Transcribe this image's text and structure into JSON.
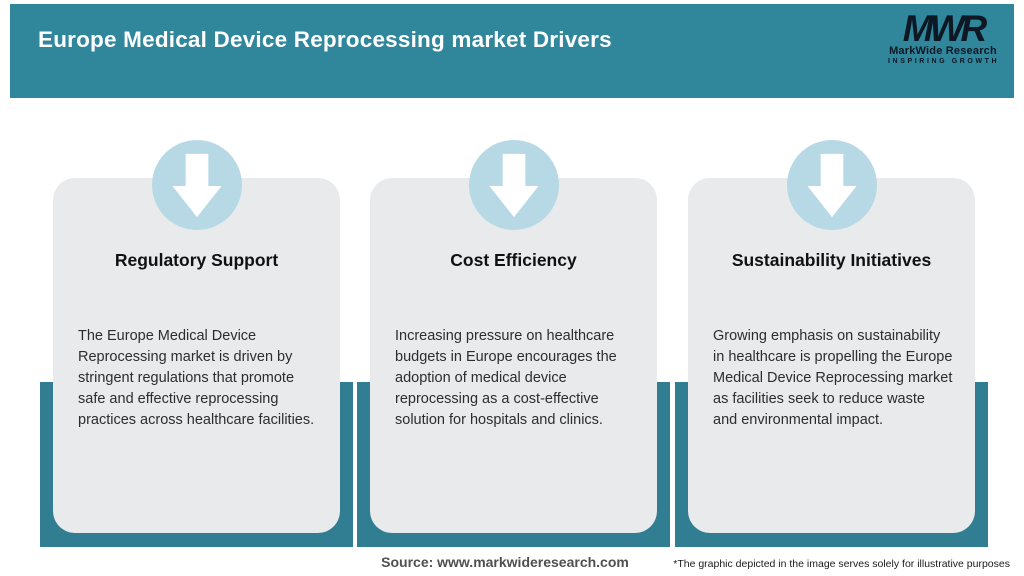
{
  "header": {
    "title": "Europe Medical Device Reprocessing market Drivers",
    "logo": {
      "acronym": "MWR",
      "name": "MarkWide Research",
      "tagline": "INSPIRING GROWTH"
    }
  },
  "cards": [
    {
      "title": "Regulatory Support",
      "body": "The Europe Medical Device Reprocessing market is driven by stringent regulations that promote safe and effective reprocessing practices across healthcare facilities.",
      "icon": "down-arrow-icon"
    },
    {
      "title": "Cost Efficiency",
      "body": "Increasing pressure on healthcare budgets in Europe encourages the adoption of medical device reprocessing as a cost-effective solution for hospitals and clinics.",
      "icon": "down-arrow-icon"
    },
    {
      "title": "Sustainability Initiatives",
      "body": "Growing emphasis on sustainability in healthcare is propelling the Europe Medical Device Reprocessing market as facilities seek to reduce waste and environmental impact.",
      "icon": "down-arrow-icon"
    }
  ],
  "footer": {
    "source": "Source: www.markwideresearch.com",
    "disclaimer": "*The graphic depicted in the image serves solely for illustrative purposes"
  },
  "colors": {
    "header_teal": "#30869B",
    "backing_teal": "#317E93",
    "card_background": "#E8EAEB",
    "circle_blue": "#B7D9E6",
    "arrow_white": "#FFFFFF",
    "title_text": "#111111",
    "body_text": "#2D2D2D",
    "logo_text": "#0C1824"
  }
}
